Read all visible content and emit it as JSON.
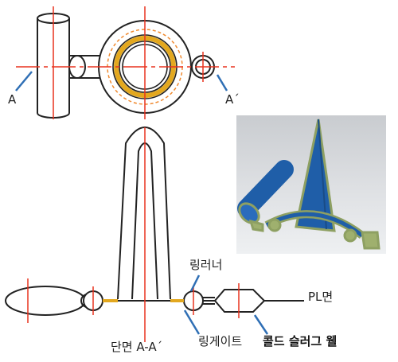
{
  "labels": {
    "section_mark_left": "A",
    "section_mark_right": "A´",
    "ring_runner": "링러너",
    "parting_line": "PL면",
    "section_caption": "단면 A-A´",
    "ring_gate": "링게이트",
    "cold_slug_well": "콜드 슬러그 웰"
  },
  "colors": {
    "outline": "#222222",
    "center_line": "#e8321e",
    "leader": "#2f6fb5",
    "gate_fill": "#e3a81f",
    "dashed_ring": "#f08a30",
    "render_blue": "#1f5ea8",
    "render_green": "#8ea062",
    "render_bg": "#d8dadd"
  }
}
